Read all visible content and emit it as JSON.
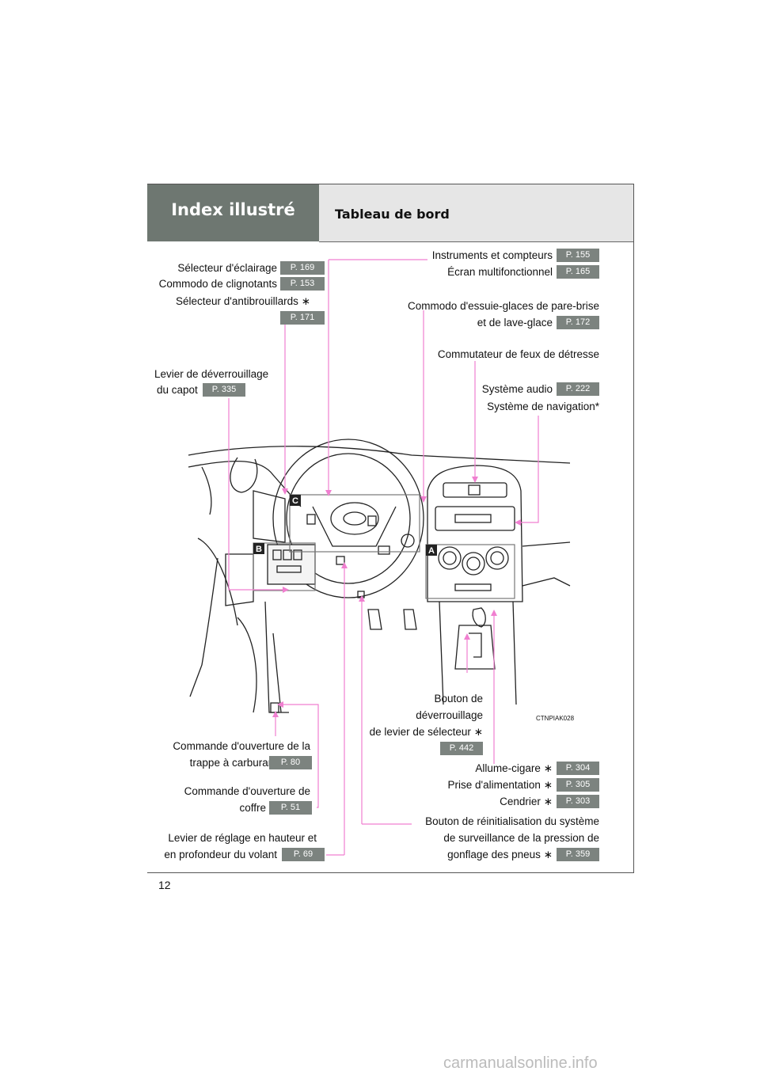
{
  "header": {
    "section": "Index illustré",
    "title": "Tableau de bord"
  },
  "labels": {
    "lighting": "Sélecteur d'éclairage",
    "turn": "Commodo de clignotants",
    "fog": "Sélecteur d'antibrouillards",
    "hood_1": "Levier de déverrouillage",
    "hood_2": "du capot",
    "instruments": "Instruments et compteurs",
    "multi": "Écran multifonctionnel",
    "wiper_1": "Commodo d'essuie-glaces de pare-brise",
    "wiper_2": "et de lave-glace",
    "hazard": "Commutateur de feux de détresse",
    "audio": "Système audio",
    "nav": "Système de navigation",
    "shift_1": "Bouton de",
    "shift_2": "déverrouillage",
    "shift_3": "de levier de sélecteur",
    "fuel_1": "Commande d'ouverture de la",
    "fuel_2": "trappe à carburant",
    "trunk_1": "Commande d'ouverture de",
    "trunk_2": "coffre",
    "tilt_1": "Levier de réglage en hauteur et",
    "tilt_2": "en profondeur du volant",
    "cig": "Allume-cigare",
    "power": "Prise d'alimentation",
    "ash": "Cendrier",
    "tpms_1": "Bouton de réinitialisation du système",
    "tpms_2": "de surveillance de la pression de",
    "tpms_3": "gonflage des pneus"
  },
  "pages": {
    "lighting": "P. 169",
    "turn": "P. 153",
    "fog": "P. 171",
    "hood": "P. 335",
    "instruments": "P. 155",
    "multi": "P. 165",
    "wiper": "P. 172",
    "audio": "P. 222",
    "shift": "P. 442",
    "fuel": "P. 80",
    "trunk": "P. 51",
    "tilt": "P. 69",
    "cig": "P. 304",
    "power": "P. 305",
    "ash": "P. 303",
    "tpms": "P. 359"
  },
  "callouts": {
    "a": "A",
    "b": "B",
    "c": "C"
  },
  "marks": {
    "star": "∗",
    "asterisk": "*"
  },
  "figure_code": "CTNPIAK028",
  "page_number": "12",
  "watermark": "carmanualsonline.info",
  "colors": {
    "leader_line": "#f07fd0",
    "badge": "#7c837f",
    "header_dark": "#6e7771"
  }
}
